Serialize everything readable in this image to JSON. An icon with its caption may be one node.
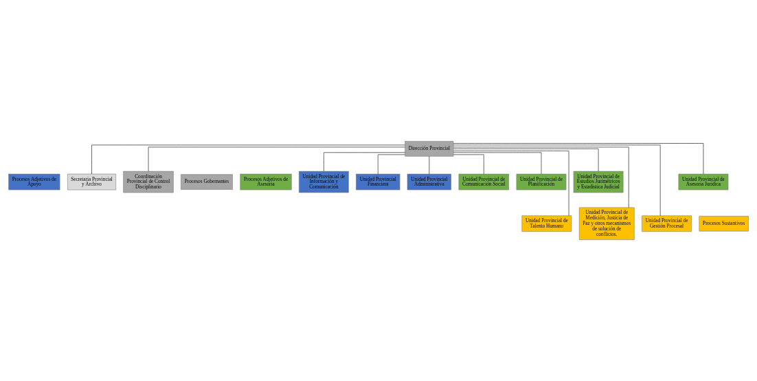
{
  "diagram": {
    "nodes": [
      {
        "text": [
          "Dirección Provincial"
        ]
      },
      {
        "text": [
          "Secretaria Provincial y Archivo"
        ]
      },
      {
        "text": [
          "Coordinación Provincial de Control Disciplinario"
        ]
      },
      {
        "text": [
          "Procesos Gobernantes"
        ]
      },
      {
        "text": [
          "Procesos Adjetivos de Apoyo"
        ]
      },
      {
        "text": [
          "Procesos Adjetivos de Asesoria"
        ]
      },
      {
        "text": [
          "Unidad Provincial de Información y Comunicación"
        ]
      },
      {
        "text": [
          "Unidad Provincial Financiera"
        ]
      },
      {
        "text": [
          "Unidad Provincial Administrativa"
        ]
      },
      {
        "text": [
          "Unidad Provincial de Comunicación Social"
        ]
      },
      {
        "text": [
          "Unidad Provincial de Planificación"
        ]
      },
      {
        "text": [
          "Unidad Provincial de Estudios Jurimétricos y Estadistica Judicial"
        ]
      },
      {
        "text": [
          "Unidad Provincial de Asesoria Juridica"
        ]
      },
      {
        "text": [
          "Unidad Provincial de Talento Humano"
        ]
      },
      {
        "text": [
          "Unidad Provincial de Medición, Justicia de Paz y otros mecanismos de solución de conflictos."
        ]
      },
      {
        "text": [
          "Unidad Provincial de Gestión Procesal"
        ]
      },
      {
        "text": [
          "Procesos Sustantivos"
        ]
      }
    ],
    "edges": [
      {
        "from": 0,
        "to": 1,
        "arrow": "none"
      },
      {
        "from": 0,
        "to": 2,
        "arrow": "none"
      },
      {
        "from": 0,
        "to": 6,
        "arrow": "none"
      },
      {
        "from": 0,
        "to": 7,
        "arrow": "none"
      },
      {
        "from": 0,
        "to": 8,
        "arrow": "none"
      },
      {
        "from": 0,
        "to": 9,
        "arrow": "none"
      },
      {
        "from": 0,
        "to": 10,
        "arrow": "none"
      },
      {
        "from": 0,
        "to": 11,
        "arrow": "none"
      },
      {
        "from": 0,
        "to": 12,
        "arrow": "none"
      },
      {
        "from": 0,
        "to": 13,
        "arrow": "none"
      },
      {
        "from": 0,
        "to": 14,
        "arrow": "none"
      },
      {
        "from": 0,
        "to": 15,
        "arrow": "none"
      }
    ]
  }
}
